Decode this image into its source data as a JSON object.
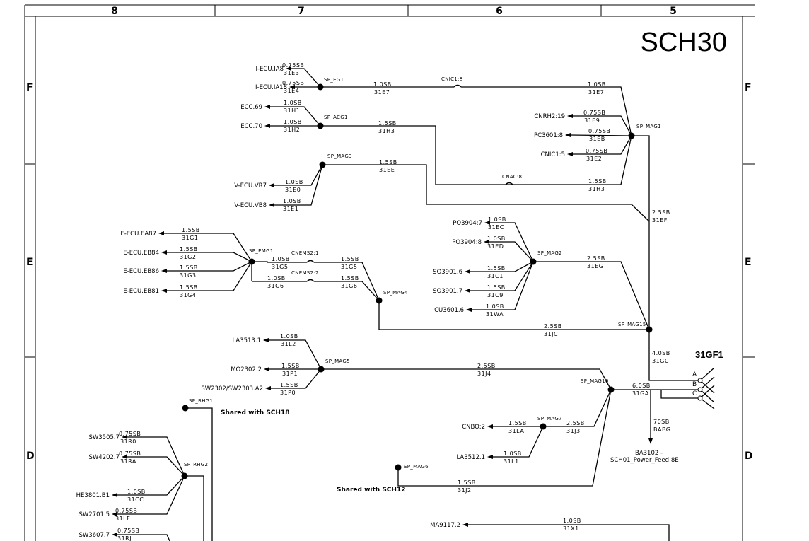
{
  "sheet": {
    "title": "SCH30",
    "columns": [
      "8",
      "7",
      "6",
      "5"
    ],
    "rows": [
      "F",
      "E",
      "D"
    ]
  },
  "splices": {
    "sp_eg1": "SP_EG1",
    "sp_acg1": "SP_ACG1",
    "sp_mag1": "SP_MAG1",
    "sp_mag3": "SP_MAG3",
    "sp_emg1": "SP_EMG1",
    "sp_mag2": "SP_MAG2",
    "sp_mag4": "SP_MAG4",
    "sp_mag15": "SP_MAG15",
    "sp_mag5": "SP_MAG5",
    "sp_mag16": "SP_MAG16",
    "sp_mag7": "SP_MAG7",
    "sp_mag6": "SP_MAG6",
    "sp_rhg1": "SP_RHG1",
    "sp_rhg2": "SP_RHG2"
  },
  "signals": {
    "iecu_ia8": "I-ECU.IA8",
    "iecu_ia18": "I-ECU.IA18",
    "ecc69": "ECC.69",
    "ecc70": "ECC.70",
    "vecu_vr7": "V-ECU.VR7",
    "vecu_vb8": "V-ECU.VB8",
    "eecu_ea87": "E-ECU.EA87",
    "eecu_eb84": "E-ECU.EB84",
    "eecu_eb86": "E-ECU.EB86",
    "eecu_eb81": "E-ECU.EB81",
    "cnrh2_19": "CNRH2:19",
    "pc3601_8": "PC3601:8",
    "cnic1_5": "CNIC1:5",
    "po3904_7": "PO3904:7",
    "po3904_8": "PO3904:8",
    "so3901_6": "SO3901.6",
    "so3901_7": "SO3901.7",
    "cu3601_6": "CU3601.6",
    "la3513_1": "LA3513.1",
    "mo2302_2": "MO2302.2",
    "sw2302_2303": "SW2302/SW2303.A2",
    "sw3505_7": "SW3505.7",
    "sw4202_7": "SW4202.7",
    "he3801_b1": "HE3801.B1",
    "sw2701_5": "SW2701.5",
    "sw3607_7": "SW3607.7",
    "cnbo_2": "CNBO:2",
    "la3512_1": "LA3512.1",
    "ma9117_2": "MA9117.2",
    "ba3102_a": "BA3102 -",
    "ba3102_b": "SCH01_Power_Feed:8E"
  },
  "wires": {
    "w_31e3": [
      "0.75SB",
      "31E3"
    ],
    "w_31e4": [
      "0.75SB",
      "31E4"
    ],
    "w_31e7a": [
      "1.0SB",
      "31E7"
    ],
    "w_31e7b": [
      "1.0SB",
      "31E7"
    ],
    "w_31h1": [
      "1.0SB",
      "31H1"
    ],
    "w_31h2": [
      "1.0SB",
      "31H2"
    ],
    "w_31h3a": [
      "1.5SB",
      "31H3"
    ],
    "w_31h3b": [
      "1.5SB",
      "31H3"
    ],
    "w_31e9": [
      "0.75SB",
      "31E9"
    ],
    "w_31eb": [
      "0.75SB",
      "31EB"
    ],
    "w_31e2": [
      "0.75SB",
      "31E2"
    ],
    "w_31ee": [
      "1.5SB",
      "31EE"
    ],
    "w_31e0": [
      "1.0SB",
      "31E0"
    ],
    "w_31e1": [
      "1.0SB",
      "31E1"
    ],
    "w_31ef": [
      "2.5SB",
      "31EF"
    ],
    "w_31g1": [
      "1.5SB",
      "31G1"
    ],
    "w_31g2": [
      "1.5SB",
      "31G2"
    ],
    "w_31g3": [
      "1.5SB",
      "31G3"
    ],
    "w_31g4": [
      "1.5SB",
      "31G4"
    ],
    "w_31g5a": [
      "1.0SB",
      "31G5"
    ],
    "w_31g5b": [
      "1.5SB",
      "31G5"
    ],
    "w_31g6a": [
      "1.0SB",
      "31G6"
    ],
    "w_31g6b": [
      "1.5SB",
      "31G6"
    ],
    "w_31ec": [
      "1.0SB",
      "31EC"
    ],
    "w_31ed": [
      "1.0SB",
      "31ED"
    ],
    "w_31eg": [
      "2.5SB",
      "31EG"
    ],
    "w_31c1": [
      "1.5SB",
      "31C1"
    ],
    "w_31c9": [
      "1.5SB",
      "31C9"
    ],
    "w_31wa": [
      "1.0SB",
      "31WA"
    ],
    "w_31jc": [
      "2.5SB",
      "31JC"
    ],
    "w_31gc": [
      "4.0SB",
      "31GC"
    ],
    "w_31l2": [
      "1.0SB",
      "31L2"
    ],
    "w_31p1": [
      "1.5SB",
      "31P1"
    ],
    "w_31p0": [
      "1.5SB",
      "31P0"
    ],
    "w_31j4": [
      "2.5SB",
      "31J4"
    ],
    "w_31ga": [
      "6.0SB",
      "31GA"
    ],
    "w_babg": [
      "70SB",
      "BABG"
    ],
    "w_31la": [
      "1.5SB",
      "31LA"
    ],
    "w_31j3": [
      "2.5SB",
      "31J3"
    ],
    "w_31l1": [
      "1.0SB",
      "31L1"
    ],
    "w_31j2": [
      "1.5SB",
      "31J2"
    ],
    "w_31r0": [
      "0.75SB",
      "31R0"
    ],
    "w_31ra": [
      "0.75SB",
      "31RA"
    ],
    "w_31cc": [
      "1.0SB",
      "31CC"
    ],
    "w_31lf": [
      "0.75SB",
      "31LF"
    ],
    "w_31rj": [
      "0.75SB",
      "31RJ"
    ],
    "w_31x1": [
      "1.0SB",
      "31X1"
    ]
  },
  "connectors": {
    "cnic1_8": "CNIC1:8",
    "cnac_8": "CNAC:8",
    "cnems2_1": "CNEMS2:1",
    "cnems2_2": "CNEMS2:2",
    "g31f1": "31GF1",
    "g31f1_pins": [
      "A",
      "B",
      "C"
    ]
  },
  "notes": {
    "shared_sch18": "Shared with SCH18",
    "shared_sch12": "Shared with SCH12"
  }
}
